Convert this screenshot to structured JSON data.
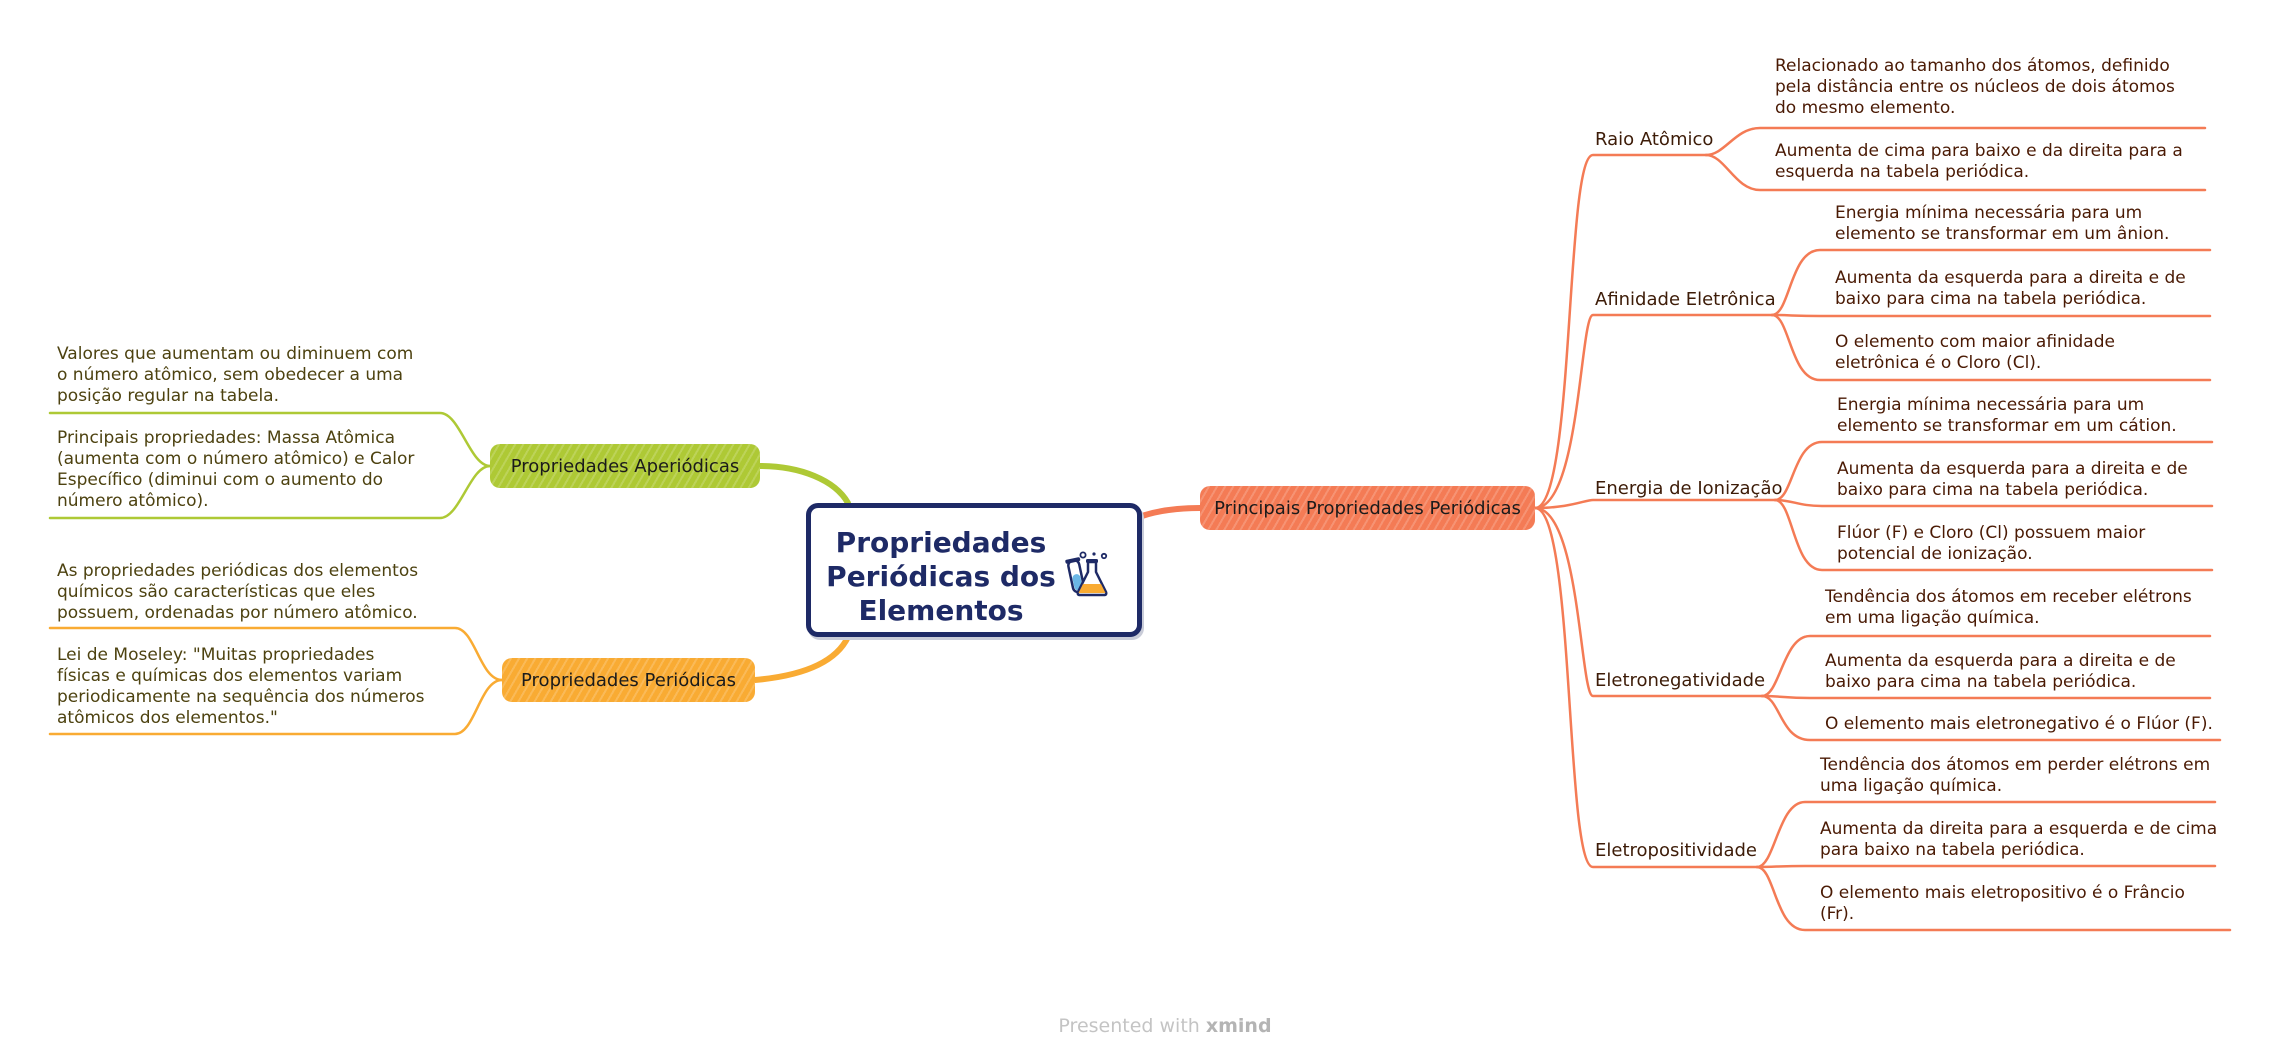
{
  "central_topic": {
    "title": "Propriedades Periódicas dos Elementos",
    "icon": "flask-icon"
  },
  "branches": {
    "main_properties": {
      "label": "Principais Propriedades Periódicas",
      "color": "#f47b55",
      "subtopics": [
        {
          "label": "Raio Atômico",
          "notes": [
            "Relacionado ao tamanho dos átomos, definido\npela distância entre os núcleos de dois átomos\ndo mesmo elemento.",
            "Aumenta de cima para baixo e da direita para a\nesquerda na tabela periódica."
          ]
        },
        {
          "label": "Afinidade Eletrônica",
          "notes": [
            "Energia mínima necessária para um\nelemento se transformar em um ânion.",
            "Aumenta da esquerda para a direita e de\nbaixo para cima na tabela periódica.",
            "O elemento com maior afinidade\neletrônica é o Cloro (Cl)."
          ]
        },
        {
          "label": "Energia de Ionização",
          "notes": [
            "Energia mínima necessária para um\nelemento se transformar em um cátion.",
            "Aumenta da esquerda para a direita e de\nbaixo para cima na tabela periódica.",
            "Flúor (F) e Cloro (Cl) possuem maior\npotencial de ionização."
          ]
        },
        {
          "label": "Eletronegatividade",
          "notes": [
            "Tendência dos átomos em receber elétrons\nem uma ligação química.",
            "Aumenta da esquerda para a direita e de\nbaixo para cima na tabela periódica.",
            "O elemento mais eletronegativo é o Flúor (F)."
          ]
        },
        {
          "label": "Eletropositividade",
          "notes": [
            "Tendência dos átomos em perder elétrons em\numa ligação química.",
            "Aumenta da direita para a esquerda e de cima\npara baixo na tabela periódica.",
            "O elemento mais eletropositivo é o Frâncio\n(Fr)."
          ]
        }
      ]
    },
    "aperiodic": {
      "label": "Propriedades Aperiódicas",
      "color": "#aec935",
      "notes": [
        "Valores que aumentam ou diminuem com\no número atômico, sem obedecer a uma\nposição regular na tabela.",
        "Principais propriedades: Massa Atômica\n(aumenta com o número atômico) e Calor\nEspecífico (diminui com o aumento do\nnúmero atômico)."
      ]
    },
    "periodic": {
      "label": "Propriedades Periódicas",
      "color": "#f9ab33",
      "notes": [
        "As propriedades periódicas dos elementos\nquímicos são características que eles\npossuem, ordenadas por número atômico.",
        "Lei de Moseley: \"Muitas propriedades\nfísicas e químicas dos elementos variam\nperiodicamente na sequência dos números\natômicos dos elementos.\""
      ]
    }
  },
  "footer": {
    "prefix": "Presented with",
    "brand": "xmind"
  }
}
